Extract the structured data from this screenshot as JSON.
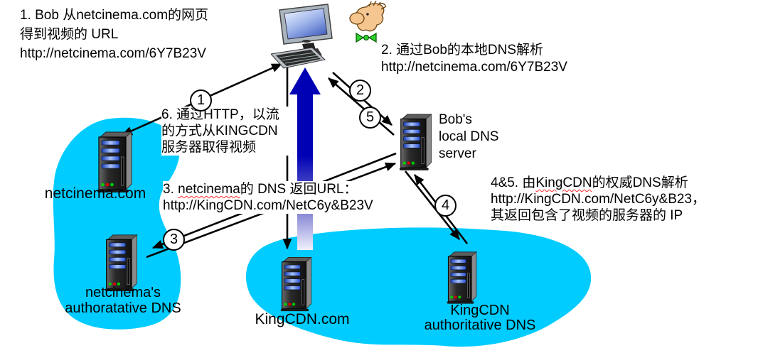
{
  "colors": {
    "blob": "#00ccff",
    "stream_arrow_dark": "#0000b4",
    "stream_arrow_fade": "#f0f0fd",
    "squiggle": "#ff2a2a"
  },
  "annotations": {
    "step1": {
      "lines": [
        "1. Bob 从netcinema.com的网页",
        "得到视频的 URL",
        "http://netcinema.com/6Y7B23V"
      ]
    },
    "step2": {
      "lines": [
        "2. 通过Bob的本地DNS解析",
        "http://netcinema.com/6Y7B23V"
      ]
    },
    "step3": {
      "prefix": "3. ",
      "spellcheck_word": "netcinema",
      "suffix": "的 DNS 返回URL：",
      "line2": "http://KingCDN.com/NetC6y&B23V"
    },
    "step45": {
      "prefix": "4&5. 由",
      "spellcheck_word": "KingCDN",
      "suffix": "的权威DNS解析",
      "line2": "http://KingCDN.com/NetC6y&B23，",
      "line3": "其返回包含了视频的服务器的 IP"
    },
    "step6": {
      "lines": [
        "6. 通过HTTP，以流",
        "的方式从KINGCDN",
        "服务器取得视频"
      ]
    }
  },
  "nodes": {
    "netcinema": {
      "label": "netcinema.com"
    },
    "netcinema_auth_dns": {
      "lines": [
        "netcinema's",
        "authoratative DNS"
      ]
    },
    "local_dns": {
      "lines": [
        "Bob's",
        "local DNS",
        "server"
      ]
    },
    "kingcdn": {
      "label": "KingCDN.com"
    },
    "kingcdn_auth_dns": {
      "lines": [
        "KingCDN",
        "authoritative DNS"
      ]
    }
  },
  "circles": {
    "c1": "1",
    "c2": "2",
    "c3": "3",
    "c4": "4",
    "c5": "5"
  }
}
